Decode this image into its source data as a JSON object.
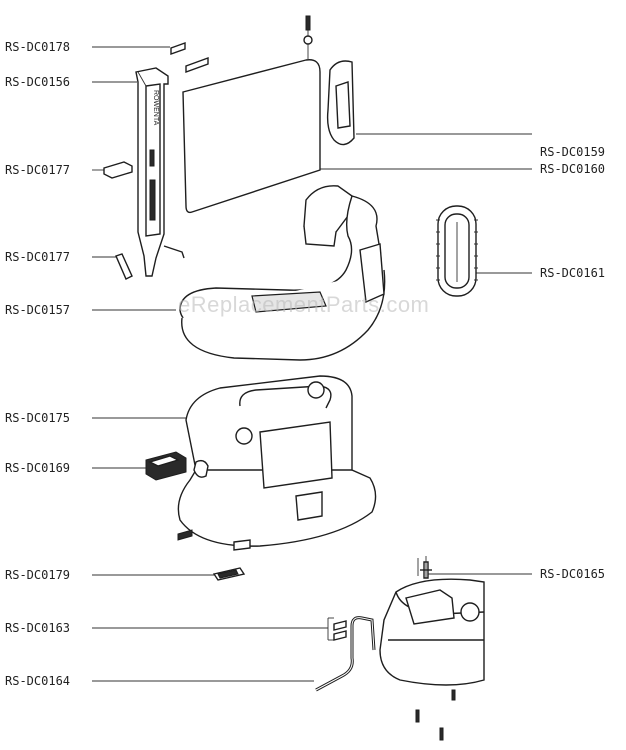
{
  "diagram": {
    "watermark": "eReplacementParts.com",
    "labels": [
      "RS-DC0178",
      "RS-DC0156",
      "RS-DC0177",
      "RS-DC0177",
      "RS-DC0157",
      "RS-DC0175",
      "RS-DC0169",
      "RS-DC0179",
      "RS-DC0163",
      "RS-DC0164",
      "RS-DC0159",
      "RS-DC0160",
      "RS-DC0161",
      "RS-DC0165"
    ],
    "bracket_text": "ROWENTA"
  }
}
